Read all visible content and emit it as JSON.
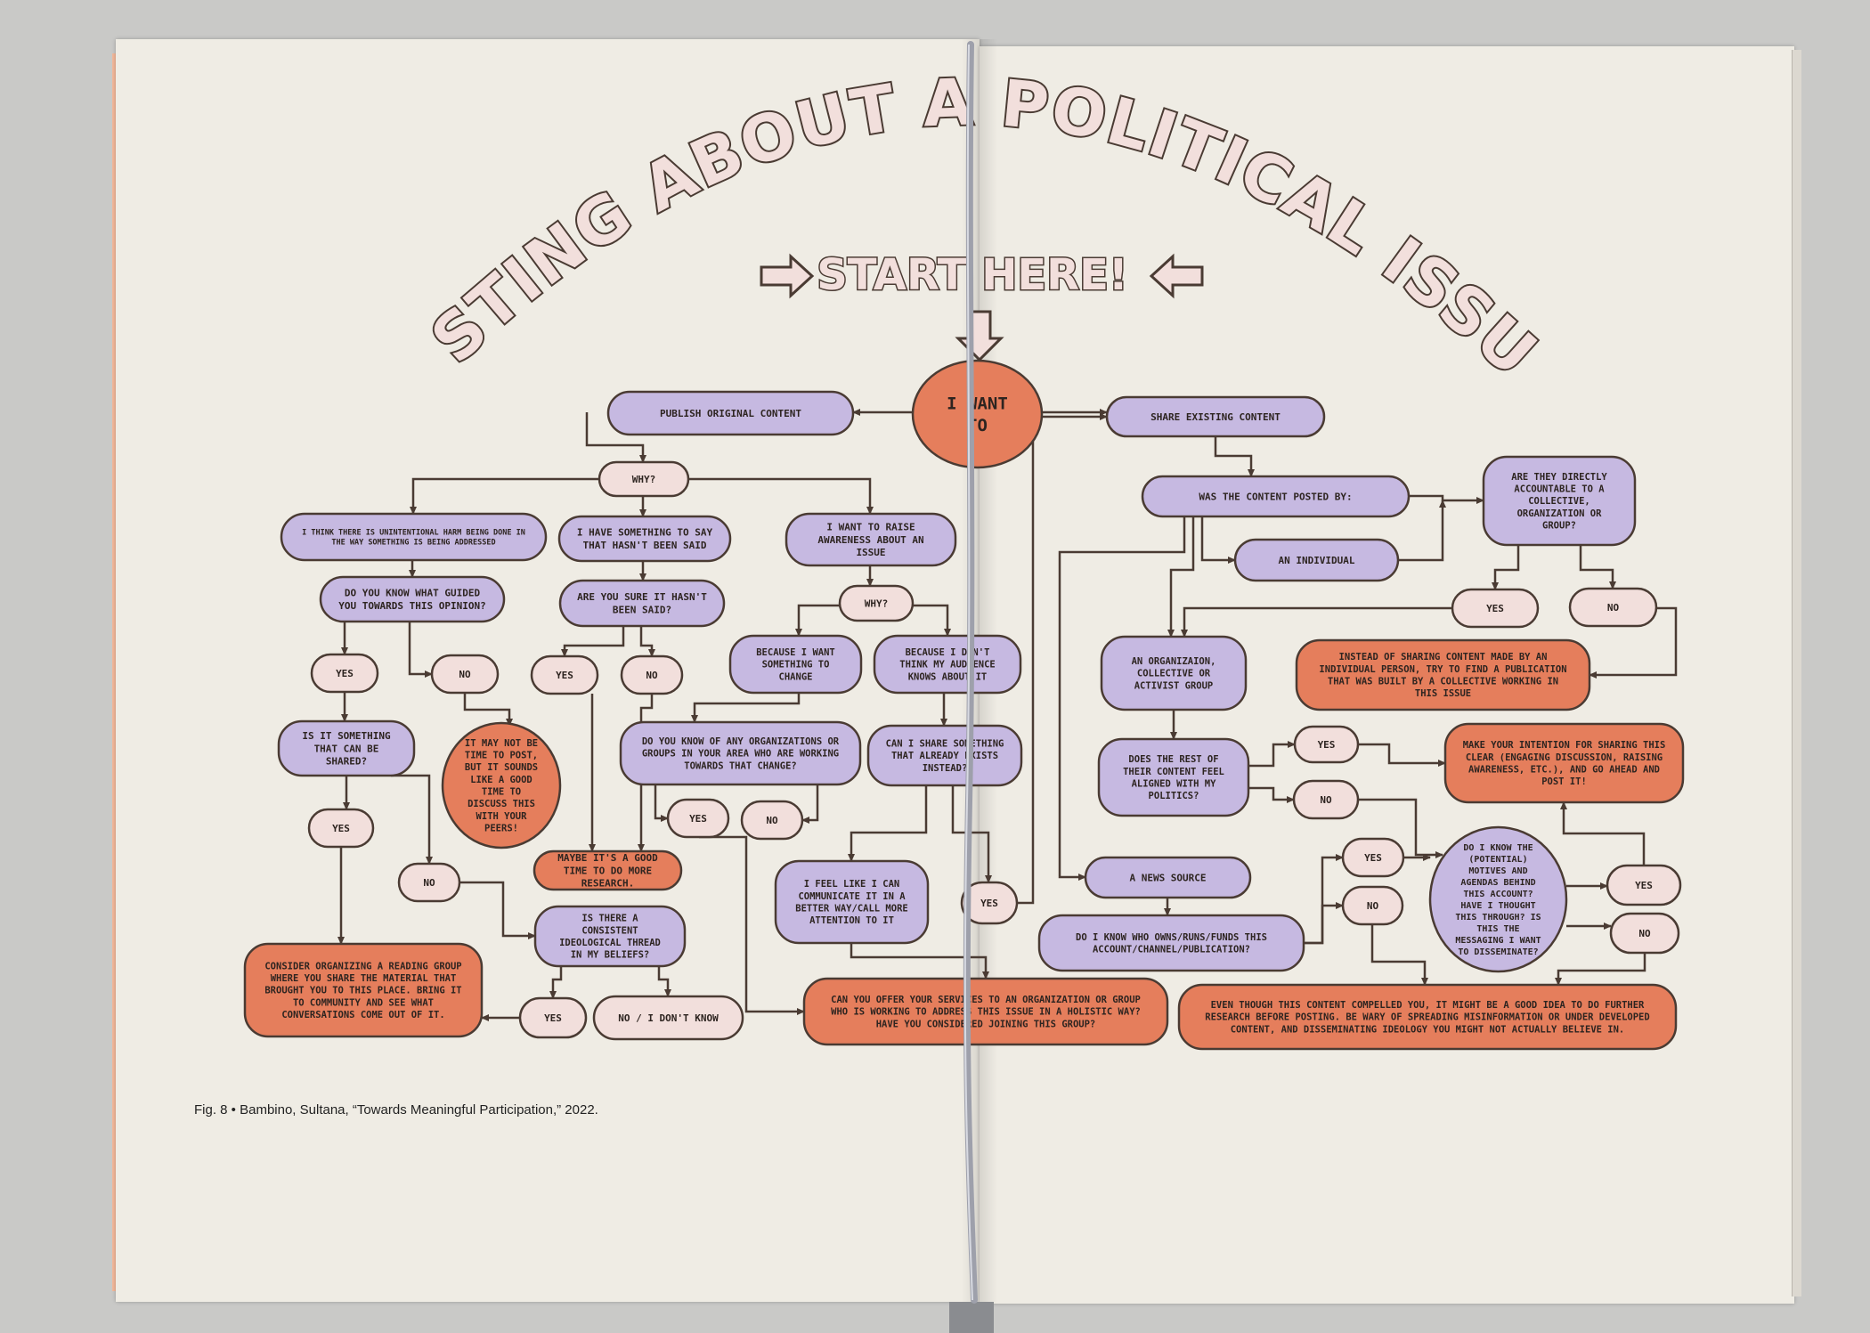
{
  "title": "POSTING ABOUT A POLITICAL ISSUE?",
  "start_label": "START HERE!",
  "caption": "Fig. 8 • Bambino, Sultana, “Towards Meaningful Participation,” 2022.",
  "colors": {
    "page": "#efece4",
    "purple": "#c6b9e1",
    "orange": "#e57e5c",
    "pink": "#f2dfdc",
    "outline": "#4a3b33",
    "text": "#2d2420",
    "thread": "#9ea0ab"
  },
  "nodes": [
    {
      "id": "i-want-to",
      "text": "I WANT TO",
      "fill": "orange"
    },
    {
      "id": "publish-original",
      "text": "PUBLISH ORIGINAL CONTENT",
      "fill": "purple"
    },
    {
      "id": "share-existing",
      "text": "SHARE EXISTING CONTENT",
      "fill": "purple"
    },
    {
      "id": "why-1",
      "text": "WHY?",
      "fill": "pink"
    },
    {
      "id": "unintentional-harm",
      "text": "I THINK THERE IS UNINTENTIONAL HARM BEING DONE IN THE WAY SOMETHING IS BEING ADDRESSED",
      "fill": "purple"
    },
    {
      "id": "something-to-say",
      "text": "I HAVE SOMETHING TO SAY THAT HASN'T BEEN SAID",
      "fill": "purple"
    },
    {
      "id": "raise-awareness",
      "text": "I WANT TO RAISE AWARENESS ABOUT AN ISSUE",
      "fill": "purple"
    },
    {
      "id": "what-guided",
      "text": "DO YOU KNOW WHAT GUIDED YOU TOWARDS THIS OPINION?",
      "fill": "purple"
    },
    {
      "id": "sure-not-said",
      "text": "ARE YOU SURE IT HASN'T BEEN SAID?",
      "fill": "purple"
    },
    {
      "id": "why-2",
      "text": "WHY?",
      "fill": "pink"
    },
    {
      "id": "want-change",
      "text": "BECAUSE I WANT SOMETHING TO CHANGE",
      "fill": "purple"
    },
    {
      "id": "audience-knows",
      "text": "BECAUSE I DON'T THINK MY AUDIENCE KNOWS ABOUT IT",
      "fill": "purple"
    },
    {
      "id": "yes-guided",
      "text": "YES",
      "fill": "pink"
    },
    {
      "id": "no-guided",
      "text": "NO",
      "fill": "pink"
    },
    {
      "id": "yes-said",
      "text": "YES",
      "fill": "pink"
    },
    {
      "id": "no-said",
      "text": "NO",
      "fill": "pink"
    },
    {
      "id": "can-be-shared",
      "text": "IS IT SOMETHING THAT CAN BE SHARED?",
      "fill": "purple"
    },
    {
      "id": "not-time",
      "text": "IT MAY NOT BE TIME TO POST, BUT IT SOUNDS LIKE A GOOD TIME TO DISCUSS THIS WITH YOUR PEERS!",
      "fill": "orange"
    },
    {
      "id": "know-orgs",
      "text": "DO YOU KNOW OF ANY ORGANIZATIONS OR GROUPS IN YOUR AREA WHO ARE WORKING TOWARDS THAT CHANGE?",
      "fill": "purple"
    },
    {
      "id": "share-already",
      "text": "CAN I SHARE SOMETHING THAT ALREADY EXISTS INSTEAD?",
      "fill": "purple"
    },
    {
      "id": "yes-orgs",
      "text": "YES",
      "fill": "pink"
    },
    {
      "id": "no-orgs",
      "text": "NO",
      "fill": "pink"
    },
    {
      "id": "yes-shared",
      "text": "YES",
      "fill": "pink"
    },
    {
      "id": "no-shared",
      "text": "NO",
      "fill": "pink"
    },
    {
      "id": "more-research",
      "text": "MAYBE IT'S A GOOD TIME TO DO MORE RESEARCH.",
      "fill": "orange"
    },
    {
      "id": "better-way",
      "text": "I FEEL LIKE I CAN COMMUNICATE IT IN A BETTER WAY/CALL MORE ATTENTION TO IT",
      "fill": "purple"
    },
    {
      "id": "yes-exists",
      "text": "YES",
      "fill": "pink"
    },
    {
      "id": "consistent-thread",
      "text": "IS THERE A CONSISTENT IDEOLOGICAL THREAD IN MY BELIEFS?",
      "fill": "purple"
    },
    {
      "id": "reading-group",
      "text": "CONSIDER ORGANIZING A READING GROUP WHERE YOU SHARE THE MATERIAL THAT BROUGHT YOU TO THIS PLACE. BRING IT TO COMMUNITY AND SEE WHAT CONVERSATIONS COME OUT OF IT.",
      "fill": "orange"
    },
    {
      "id": "yes-thread",
      "text": "YES",
      "fill": "pink"
    },
    {
      "id": "no-thread",
      "text": "NO / I DON'T KNOW",
      "fill": "pink"
    },
    {
      "id": "offer-services",
      "text": "CAN YOU OFFER YOUR SERVICES TO AN ORGANIZATION OR GROUP WHO IS WORKING TO ADDRESS THIS ISSUE IN A HOLISTIC WAY? HAVE YOU CONSIDERED JOINING THIS GROUP?",
      "fill": "orange"
    },
    {
      "id": "posted-by",
      "text": "WAS THE CONTENT POSTED BY:",
      "fill": "purple"
    },
    {
      "id": "directly-accountable",
      "text": "ARE THEY DIRECTLY ACCOUNTABLE TO A COLLECTIVE, ORGANIZATION OR GROUP?",
      "fill": "purple"
    },
    {
      "id": "an-individual",
      "text": "AN INDIVIDUAL",
      "fill": "purple"
    },
    {
      "id": "yes-accountable",
      "text": "YES",
      "fill": "pink"
    },
    {
      "id": "no-accountable",
      "text": "NO",
      "fill": "pink"
    },
    {
      "id": "organization",
      "text": "AN ORGANIZAION, COLLECTIVE OR ACTIVIST GROUP",
      "fill": "purple"
    },
    {
      "id": "instead-of-sharing",
      "text": "INSTEAD OF SHARING CONTENT MADE BY AN INDIVIDUAL PERSON, TRY TO FIND A PUBLICATION THAT WAS BUILT BY A COLLECTIVE WORKING IN THIS ISSUE",
      "fill": "orange"
    },
    {
      "id": "rest-aligned",
      "text": "DOES THE REST OF THEIR CONTENT FEEL ALIGNED WITH MY POLITICS?",
      "fill": "purple"
    },
    {
      "id": "yes-aligned",
      "text": "YES",
      "fill": "pink"
    },
    {
      "id": "no-aligned",
      "text": "NO",
      "fill": "pink"
    },
    {
      "id": "make-intention",
      "text": "MAKE YOUR INTENTION FOR SHARING THIS CLEAR (ENGAGING DISCUSSION, RAISING AWARENESS, ETC.), AND GO AHEAD AND POST IT!",
      "fill": "orange"
    },
    {
      "id": "news-source",
      "text": "A NEWS SOURCE",
      "fill": "purple"
    },
    {
      "id": "who-owns",
      "text": "DO I KNOW WHO OWNS/RUNS/FUNDS THIS ACCOUNT/CHANNEL/PUBLICATION?",
      "fill": "purple"
    },
    {
      "id": "yes-owns",
      "text": "YES",
      "fill": "pink"
    },
    {
      "id": "no-owns",
      "text": "NO",
      "fill": "pink"
    },
    {
      "id": "know-motives",
      "text": "DO I KNOW THE (POTENTIAL) MOTIVES AND AGENDAS BEHIND THIS ACCOUNT? HAVE I THOUGHT THIS THROUGH? IS THIS THE MESSAGING I WANT TO DISSEMINATE?",
      "fill": "purple"
    },
    {
      "id": "yes-motives",
      "text": "YES",
      "fill": "pink"
    },
    {
      "id": "no-motives",
      "text": "NO",
      "fill": "pink"
    },
    {
      "id": "further-research",
      "text": "EVEN THOUGH THIS CONTENT COMPELLED YOU, IT MIGHT BE A GOOD IDEA TO DO FURTHER RESEARCH BEFORE POSTING. BE WARY OF SPREADING MISINFORMATION OR UNDER DEVELOPED CONTENT, AND DISSEMINATING IDEOLOGY YOU MIGHT NOT ACTUALLY BELIEVE IN.",
      "fill": "orange"
    }
  ]
}
